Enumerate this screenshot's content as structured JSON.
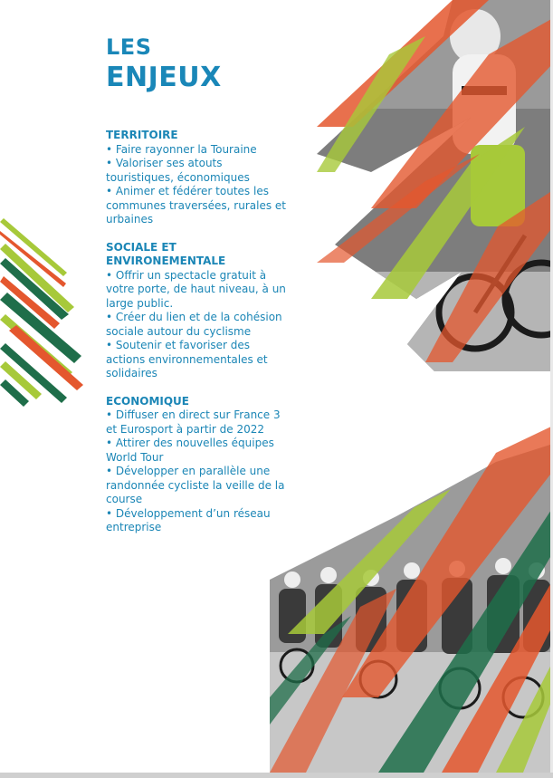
{
  "title": {
    "line1": "LES",
    "line2": "ENJEUX"
  },
  "sections": [
    {
      "heading": "TERRITOIRE",
      "items": [
        "• Faire rayonner la Touraine",
        "• Valoriser ses atouts touristiques, économiques",
        "• Animer et fédérer  toutes les communes traversées, rurales et urbaines"
      ]
    },
    {
      "heading": "SOCIALE ET ENVIRONEMENTALE",
      "items": [
        "• Offrir un spectacle gratuit à votre porte, de haut niveau, à un large public.",
        "• Créer du lien et de la cohésion sociale autour du cyclisme",
        "• Soutenir et favoriser des actions environnementales et solidaires"
      ]
    },
    {
      "heading": "ECONOMIQUE",
      "items": [
        "• Diffuser en direct sur France 3 et Eurosport à partir de 2022",
        "• Attirer des nouvelles équipes World Tour",
        "• Développer en parallèle une randonnée cycliste la veille de la course",
        "• Développement d’un réseau entreprise"
      ]
    }
  ],
  "colors": {
    "text_blue": "#1b86b6",
    "stripe_orange": "#e4572e",
    "stripe_green_dark": "#1f6e4a",
    "stripe_green_light": "#a7c93a",
    "photo_gray": "#8a8a8a"
  }
}
